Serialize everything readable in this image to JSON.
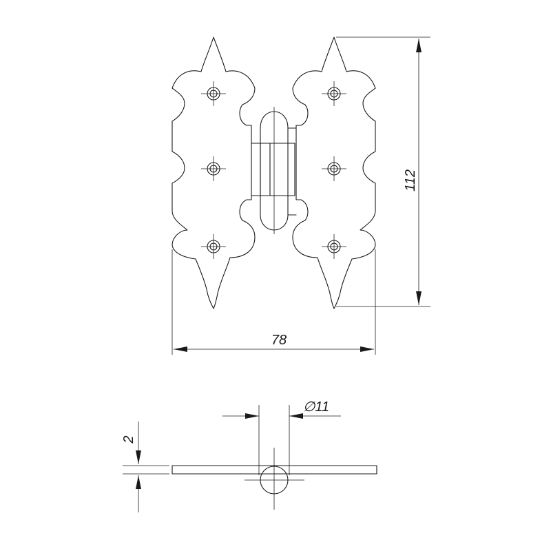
{
  "dimensions": {
    "height": "112",
    "width": "78",
    "pin_diameter": "∅11",
    "thickness": "2"
  },
  "colors": {
    "line": "#1a1a1a",
    "background": "#ffffff"
  }
}
